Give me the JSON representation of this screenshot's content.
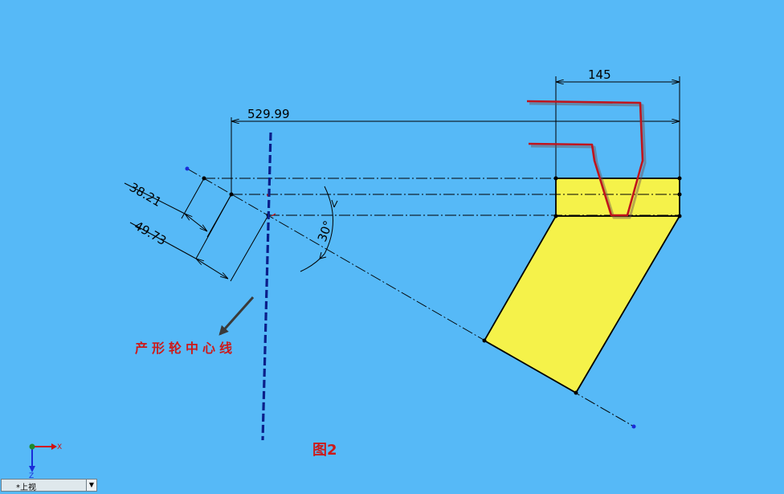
{
  "drawing": {
    "dim_top_width": "145",
    "dim_overall": "529.99",
    "dim_offset_1": "38.21",
    "dim_offset_2": "49.73",
    "dim_angle": "30°",
    "centerline_label": "产形轮中心线",
    "figure_label": "图2"
  },
  "axis_triad": {
    "x": "X",
    "z": "Z"
  },
  "view_selector": {
    "value": "*上视"
  },
  "colors": {
    "background": "#56b9f7",
    "part_fill": "#f5f24a",
    "centerline": "#0b1f8a",
    "red_sketch": "#c0141c",
    "label_red": "#cc1a1a"
  }
}
